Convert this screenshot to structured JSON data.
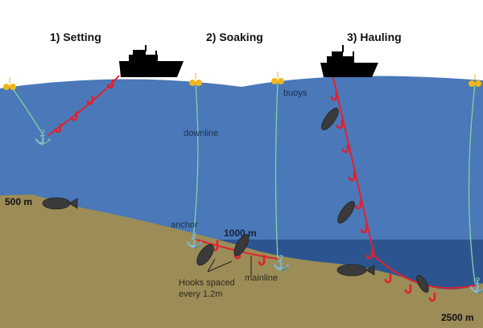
{
  "stages": {
    "setting": "1) Setting",
    "soaking": "2) Soaking",
    "hauling": "3) Hauling"
  },
  "labels": {
    "buoys": "buoys",
    "downline": "downline",
    "anchor": "anchor",
    "mainline": "mainline",
    "hooks_line1": "Hooks spaced",
    "hooks_line2": "every 1.2m"
  },
  "depths": {
    "shallow": "500 m",
    "mid": "1000 m",
    "deep": "2500 m"
  },
  "colors": {
    "sea": "#4a78b8",
    "deep_sea": "#2c5590",
    "seabed": "#9c8c58",
    "line": "#e0212e",
    "downline": "#7fd6a0",
    "buoy": "#f2b619"
  }
}
